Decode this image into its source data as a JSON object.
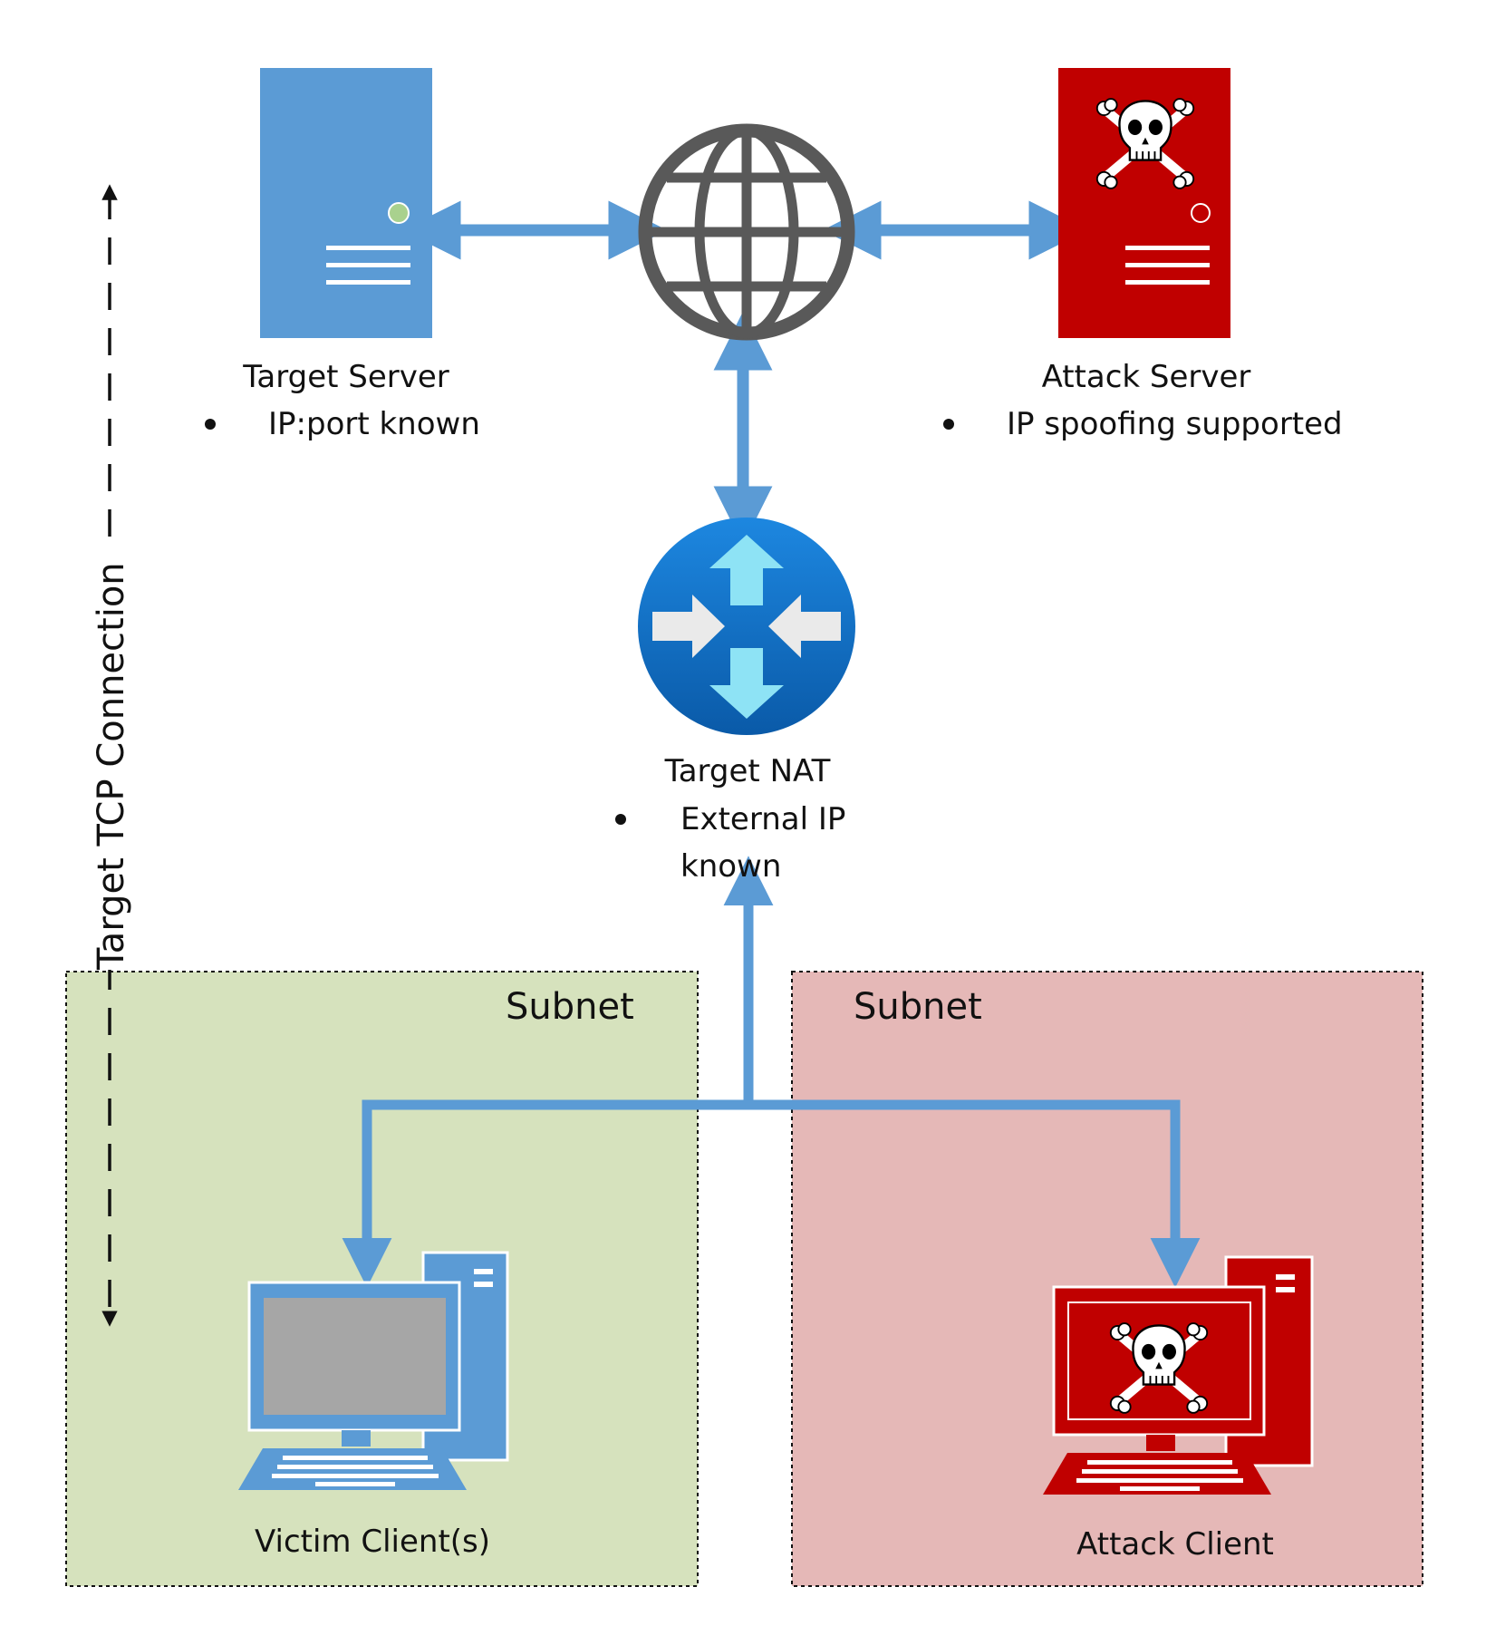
{
  "colors": {
    "server_blue": "#5b9bd5",
    "attack_red": "#c00000",
    "link_blue": "#5b9bd5",
    "globe_gray": "#595959",
    "victim_subnet_fill": "#d6e2bd",
    "attack_subnet_fill": "#e5b8b7",
    "router_blue": "#0a6fc6",
    "router_arrow": "#8ee3f5"
  },
  "target_server": {
    "title": "Target Server",
    "bullet": "IP:port known"
  },
  "attack_server": {
    "title": "Attack Server",
    "bullet": "IP spoofing supported"
  },
  "target_nat": {
    "title": "Target NAT",
    "bullet_line1": "External IP",
    "bullet_line2": "known"
  },
  "victim_subnet": {
    "label": "Subnet",
    "client_label": "Victim Client(s)"
  },
  "attack_subnet": {
    "label": "Subnet",
    "client_label": "Attack Client"
  },
  "tcp_connection": {
    "label": "Target TCP Connection"
  },
  "icons": [
    "server-icon",
    "globe-icon",
    "router-icon",
    "desktop-computer-icon",
    "skull-crossbones-icon"
  ]
}
